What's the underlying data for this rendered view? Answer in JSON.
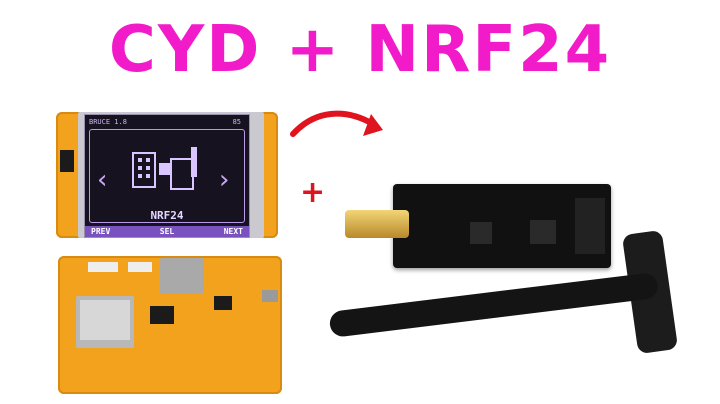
{
  "title": "CYD + NRF24",
  "plus_sign": "+",
  "screen": {
    "top_left": "BRUCE 1.8",
    "top_right": "85",
    "label": "NRF24",
    "nav": [
      "PREV",
      "SEL",
      "NEXT"
    ]
  },
  "colors": {
    "title": "#f21bc9",
    "plus": "#e0141e",
    "arrow": "#e0141e",
    "board": "#f2a21c",
    "screen_accent": "#7a52c0"
  }
}
